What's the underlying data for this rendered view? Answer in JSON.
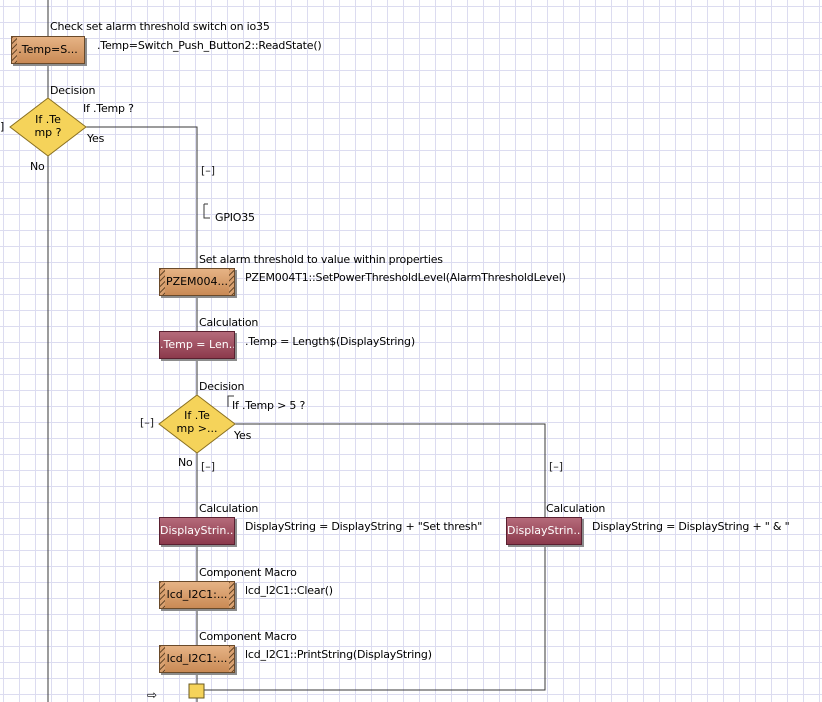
{
  "blocks": {
    "read_switch": {
      "label": ".Temp=S...",
      "comment": "Check set alarm threshold switch on io35",
      "detail": ".Temp=Switch_Push_Button2::ReadState()"
    },
    "decision1": {
      "label_line1": "If .Te",
      "label_line2": "mp ?",
      "title": "Decision",
      "condition": "If .Temp ?",
      "yes": "Yes",
      "no": "No"
    },
    "gpio": {
      "collapse": "[–]",
      "label": "GPIO35"
    },
    "pzem": {
      "label": "PZEM004...",
      "comment": "Set alarm threshold  to value within properties",
      "detail": "PZEM004T1::SetPowerThresholdLevel(AlarmThresholdLevel)"
    },
    "calc1": {
      "label": ".Temp = Len...",
      "title": "Calculation",
      "detail": ".Temp = Length$(DisplayString)"
    },
    "decision2": {
      "label_line1": "If .Te",
      "label_line2": "mp >...",
      "title": "Decision",
      "condition": "If .Temp > 5 ?",
      "yes": "Yes",
      "no": "No",
      "collapse_left": "[–]",
      "collapse_no": "[–]",
      "collapse_yes": "[–]"
    },
    "calc_no": {
      "label": "DisplayStrin...",
      "title": "Calculation",
      "detail": "DisplayString = DisplayString + \"Set thresh\""
    },
    "calc_yes": {
      "label": "DisplayStrin...",
      "title": "Calculation",
      "detail": "DisplayString = DisplayString + \" & \""
    },
    "lcd_clear": {
      "label": "lcd_I2C1:...",
      "title": "Component Macro",
      "detail": "lcd_I2C1::Clear()"
    },
    "lcd_print": {
      "label": "lcd_I2C1:...",
      "title": "Component Macro",
      "detail": "lcd_I2C1::PrintString(DisplayString)"
    },
    "left_edge_mark": "]",
    "arrow_mark": "⇨"
  },
  "colors": {
    "call": "#c98a55",
    "calc": "#8c3a4c",
    "decision": "#f5d35a",
    "line": "#404040"
  }
}
